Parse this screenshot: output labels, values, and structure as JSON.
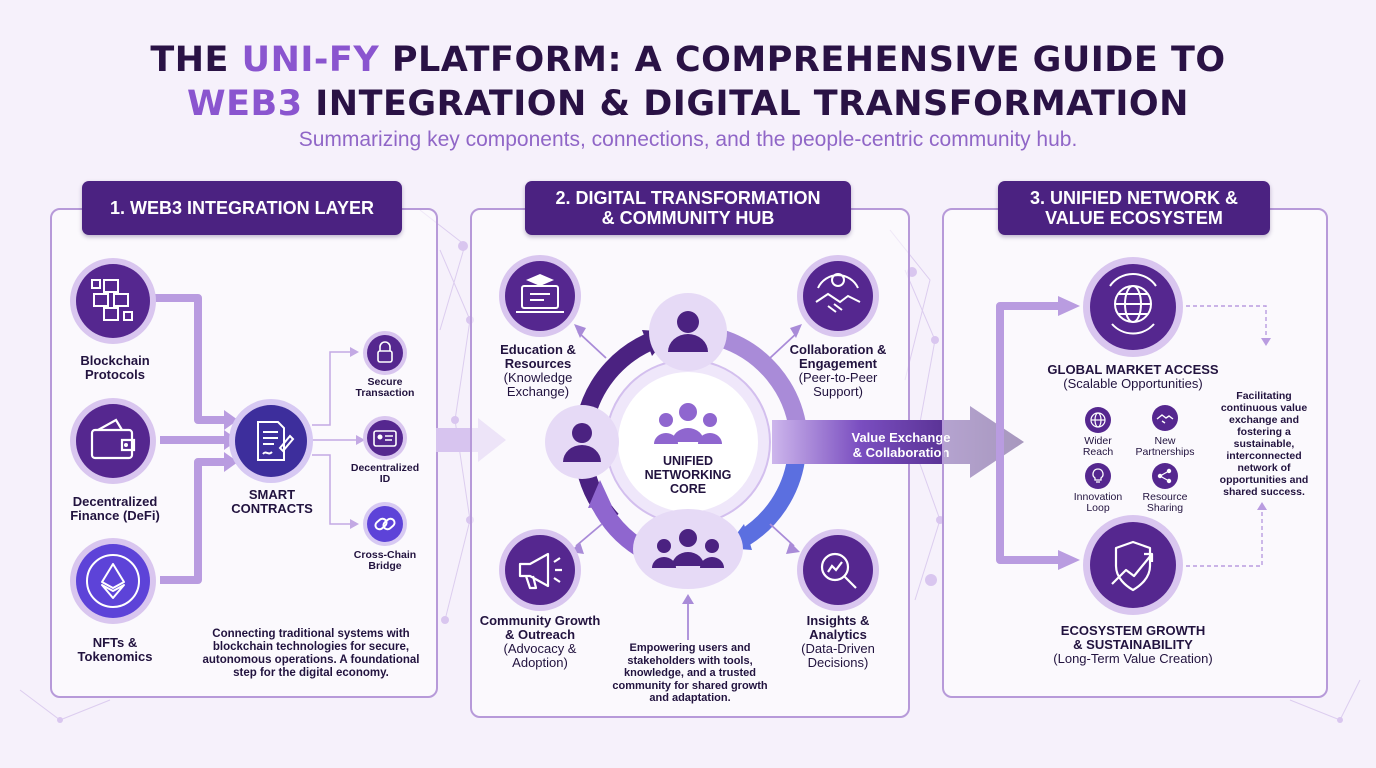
{
  "title": {
    "line1_a": "THE ",
    "line1_accent": "UNI-FY",
    "line1_b": " PLATFORM: A COMPREHENSIVE GUIDE TO",
    "line2_accent": "WEB3",
    "line2_b": " INTEGRATION & DIGITAL TRANSFORMATION"
  },
  "subtitle": "Summarizing key components, connections, and the people-centric community hub.",
  "colors": {
    "primary": "#4b2281",
    "accent": "#8a55cf",
    "node": "#55278f",
    "soft": "#c9b2e8",
    "background": "#f6f1fb"
  },
  "panel1": {
    "heading": "1. WEB3 INTEGRATION LAYER",
    "sources": [
      {
        "icon": "blocks-icon",
        "label1": "Blockchain",
        "label2": "Protocols"
      },
      {
        "icon": "wallet-icon",
        "label1": "Decentralized",
        "label2": "Finance (DeFi)"
      },
      {
        "icon": "ethereum-icon",
        "label1": "NFTs &",
        "label2": "Tokenomics"
      }
    ],
    "hub": {
      "icon": "contract-icon",
      "label1": "SMART",
      "label2": "CONTRACTS"
    },
    "outputs": [
      {
        "icon": "lock-icon",
        "label1": "Secure",
        "label2": "Transaction"
      },
      {
        "icon": "id-card-icon",
        "label1": "Decentralized",
        "label2": "ID"
      },
      {
        "icon": "link-icon",
        "label1": "Cross-Chain",
        "label2": "Bridge"
      }
    ],
    "description": "Connecting traditional systems with blockchain technologies for secure, autonomous operations. A foundational step for the digital economy."
  },
  "panel2": {
    "heading1": "2. DIGITAL TRANSFORMATION",
    "heading2": "& COMMUNITY HUB",
    "core": {
      "label1": "UNIFIED",
      "label2": "NETWORKING",
      "label3": "CORE"
    },
    "satellites": [
      {
        "icon": "laptop-graduation-icon",
        "title1": "Education &",
        "title2": "Resources",
        "sub1": "(Knowledge",
        "sub2": "Exchange)"
      },
      {
        "icon": "handshake-icon",
        "title1": "Collaboration &",
        "title2": "Engagement",
        "sub1": "(Peer-to-Peer",
        "sub2": "Support)"
      },
      {
        "icon": "megaphone-icon",
        "title1": "Community Growth",
        "title2": "& Outreach",
        "sub1": "(Advocacy &",
        "sub2": "Adoption)"
      },
      {
        "icon": "analytics-magnifier-icon",
        "title1": "Insights &",
        "title2": "Analytics",
        "sub1": "(Data-Driven",
        "sub2": "Decisions)"
      }
    ],
    "description": "Empowering users and stakeholders with tools, knowledge, and a trusted community for shared growth and adaptation."
  },
  "value_arrow": {
    "line1": "Value Exchange",
    "line2": "& Collaboration"
  },
  "panel3": {
    "heading1": "3. UNIFIED NETWORK &",
    "heading2": "VALUE ECOSYSTEM",
    "global": {
      "icon": "globe-icon",
      "title": "GLOBAL MARKET ACCESS",
      "sub": "(Scalable Opportunities)"
    },
    "growth": {
      "icon": "growth-shield-icon",
      "title1": "ECOSYSTEM GROWTH",
      "title2": "& SUSTAINABILITY",
      "sub": "(Long-Term Value Creation)"
    },
    "mini": [
      {
        "icon": "globe-small-icon",
        "label1": "Wider",
        "label2": "Reach"
      },
      {
        "icon": "handshake-small-icon",
        "label1": "New",
        "label2": "Partnerships"
      },
      {
        "icon": "bulb-icon",
        "label1": "Innovation",
        "label2": "Loop"
      },
      {
        "icon": "share-icon",
        "label1": "Resource",
        "label2": "Sharing"
      }
    ],
    "note": "Facilitating continuous value exchange and fostering a sustainable, interconnected network of opportunities and shared success."
  }
}
